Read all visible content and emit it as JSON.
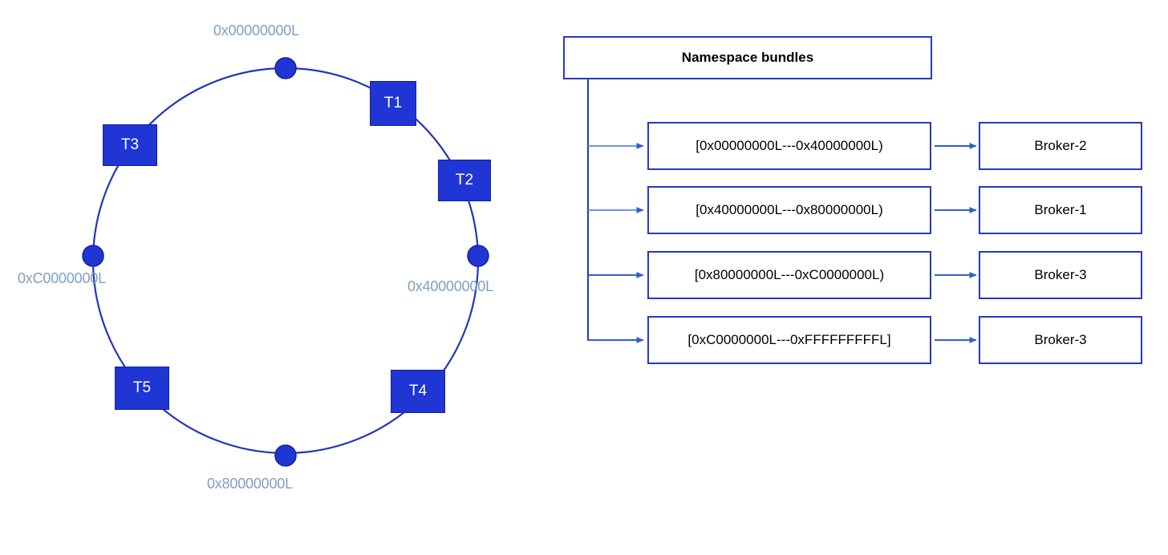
{
  "diagram": {
    "title_visible": false,
    "colors": {
      "node_fill": "#1f35d4",
      "node_border": "#12239e",
      "ring_stroke": "#2436b8",
      "box_border": "#2439c8",
      "hash_label": "#7f9ec4",
      "arrow": "#2f5fd0",
      "background": "#ffffff"
    }
  },
  "hash_ring": {
    "name": "consistent-hash-ring",
    "boundary_labels": [
      {
        "text": "0x00000000L",
        "position": "top"
      },
      {
        "text": "0x40000000L",
        "position": "right"
      },
      {
        "text": "0x80000000L",
        "position": "bottom"
      },
      {
        "text": "0xC0000000L",
        "position": "left"
      }
    ],
    "topics": [
      {
        "label": "T1"
      },
      {
        "label": "T2"
      },
      {
        "label": "T3"
      },
      {
        "label": "T4"
      },
      {
        "label": "T5"
      }
    ]
  },
  "namespace_panel": {
    "header": "Namespace bundles",
    "rows": [
      {
        "bundle": "[0x00000000L---0x40000000L)",
        "broker": "Broker-2"
      },
      {
        "bundle": "[0x40000000L---0x80000000L)",
        "broker": "Broker-1"
      },
      {
        "bundle": "[0x80000000L---0xC0000000L)",
        "broker": "Broker-3"
      },
      {
        "bundle": "[0xC0000000L---0xFFFFFFFFFL]",
        "broker": "Broker-3"
      }
    ]
  }
}
